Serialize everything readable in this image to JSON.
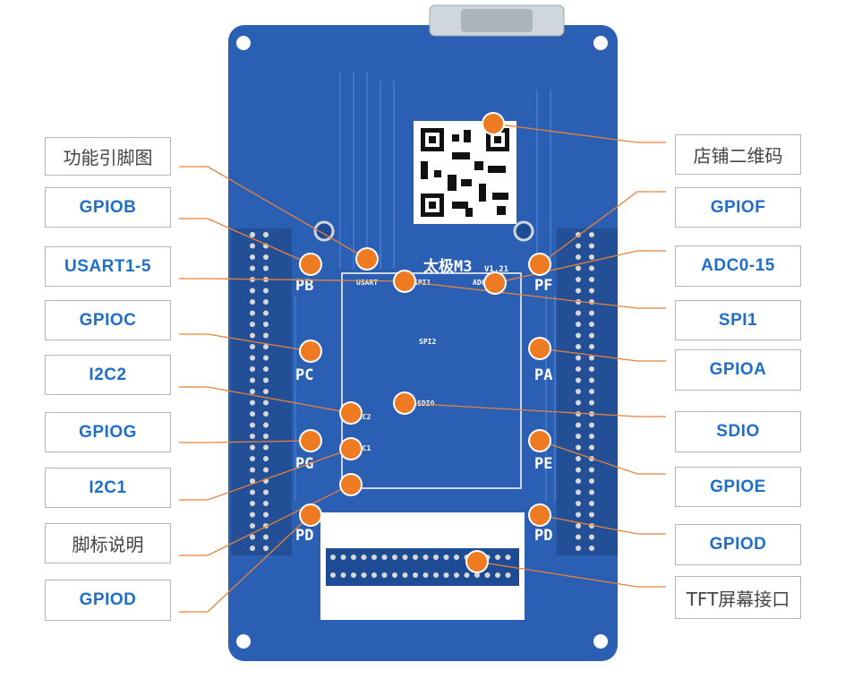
{
  "labels_left": [
    {
      "id": "func-pin-map",
      "text": "功能引脚图",
      "style": "gray"
    },
    {
      "id": "gpiob",
      "text": "GPIOB",
      "style": "blue"
    },
    {
      "id": "usart",
      "text": "USART1-5",
      "style": "blue"
    },
    {
      "id": "gpioc",
      "text": "GPIOC",
      "style": "blue"
    },
    {
      "id": "i2c2",
      "text": "I2C2",
      "style": "blue"
    },
    {
      "id": "gpiog",
      "text": "GPIOG",
      "style": "blue"
    },
    {
      "id": "i2c1",
      "text": "I2C1",
      "style": "blue"
    },
    {
      "id": "pin-legend",
      "text": "脚标说明",
      "style": "gray"
    },
    {
      "id": "gpiod-left",
      "text": "GPIOD",
      "style": "blue"
    }
  ],
  "labels_right": [
    {
      "id": "shop-qr",
      "text": "店铺二维码",
      "style": "gray"
    },
    {
      "id": "gpiof",
      "text": "GPIOF",
      "style": "blue"
    },
    {
      "id": "adc",
      "text": "ADC0-15",
      "style": "blue"
    },
    {
      "id": "spi1",
      "text": "SPI1",
      "style": "blue"
    },
    {
      "id": "gpioa",
      "text": "GPIOA",
      "style": "blue"
    },
    {
      "id": "sdio",
      "text": "SDIO",
      "style": "blue"
    },
    {
      "id": "gpioe",
      "text": "GPIOE",
      "style": "blue"
    },
    {
      "id": "gpiod-right",
      "text": "GPIOD",
      "style": "blue"
    },
    {
      "id": "tft",
      "text": "TFT屏幕接口",
      "style": "gray"
    }
  ],
  "board": {
    "title": "太极M3",
    "version": "V1.21",
    "port_labels": [
      "PB",
      "PC",
      "PG",
      "PD",
      "PF",
      "PA",
      "PE",
      "PD"
    ],
    "section_labels": [
      "USART",
      "SPI1",
      "ADC",
      "SPI2",
      "SDIO",
      "I2C2",
      "I2C1"
    ]
  },
  "colors": {
    "accent": "#ee7a22",
    "board": "#2b5fb3",
    "label_blue": "#1f6fc9"
  }
}
